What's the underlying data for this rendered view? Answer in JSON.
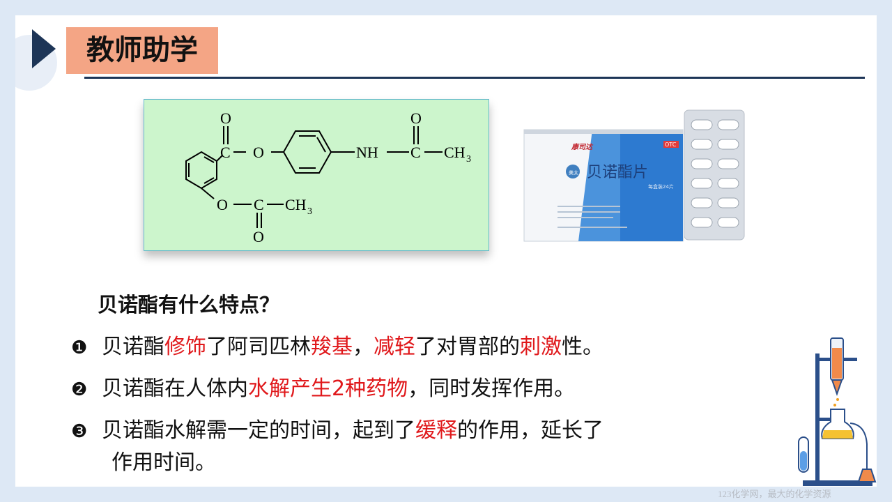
{
  "header": {
    "title": "教师助学"
  },
  "structure": {
    "atoms": {
      "o_top_left": "O",
      "c_ester": "C",
      "o_bridge": "O",
      "nh": "NH",
      "o_top_right": "O",
      "c_amide": "C",
      "ch3_right": "CH",
      "sub3_right": "3",
      "o_low_left": "O",
      "c_low": "C",
      "ch3_low": "CH",
      "sub3_low": "3",
      "o_bottom": "O"
    }
  },
  "package": {
    "brand": "康司达",
    "name": "贝诺酯片",
    "otc": "OTC",
    "count": "每盒装24片",
    "logo_text": "美太"
  },
  "question": "贝诺酯有什么特点？",
  "points": [
    {
      "num": "❶",
      "t1": "贝诺酯",
      "h1": "修饰",
      "t2": "了阿司匹林",
      "h2": "羧基",
      "t3": "，",
      "h3": "减轻",
      "t4": "了对胃部的",
      "h4": "刺激",
      "t5": "性。"
    },
    {
      "num": "❷",
      "t1": "贝诺酯在人体内",
      "h1": "水解产生2种药物",
      "t2": "，同时发挥作用。"
    },
    {
      "num": "❸",
      "t1": "贝诺酯水解需一定的时间，起到了",
      "h1": "缓释",
      "t2": "的作用，延长了",
      "t3": "作用时间。"
    }
  ],
  "footer": "123化学网，最大的化学资源",
  "colors": {
    "title_bg": "#f4a585",
    "accent": "#1d3557",
    "highlight": "#e0181b",
    "structure_bg": "#ccf5cc"
  }
}
